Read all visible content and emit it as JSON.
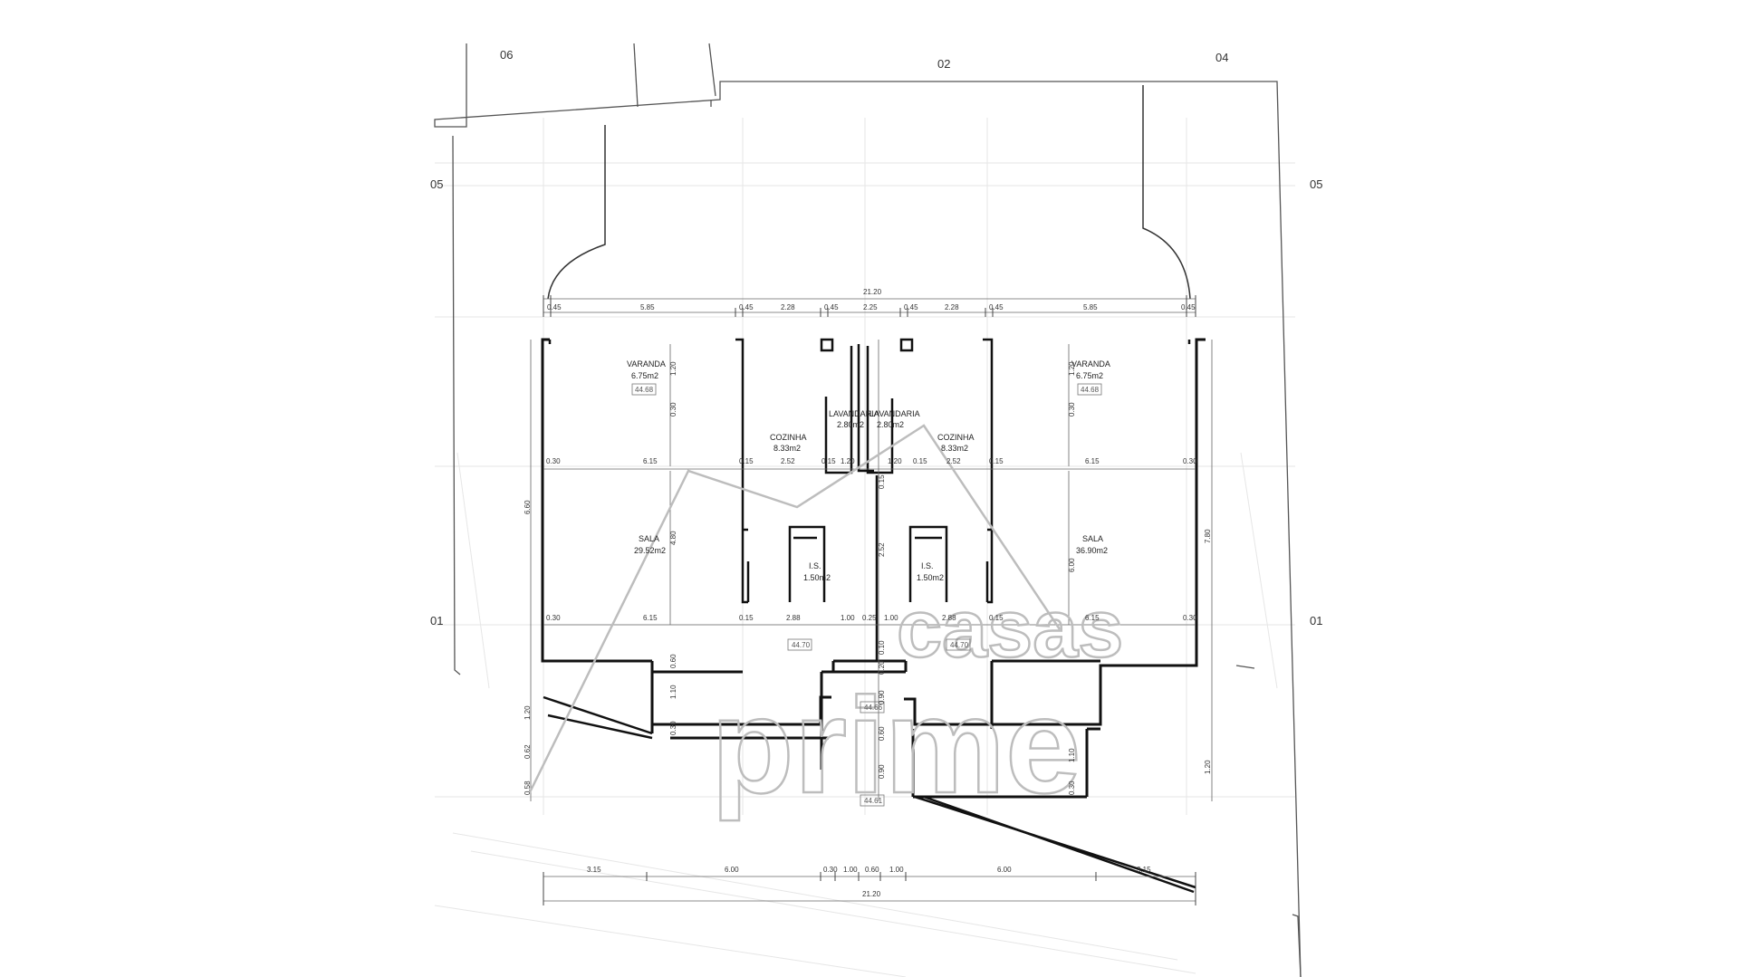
{
  "edges": {
    "top_left": "06",
    "top_center": "02",
    "top_right": "04",
    "left_upper": "05",
    "right_upper": "05",
    "left_lower": "01",
    "right_lower": "01"
  },
  "rooms": {
    "left": {
      "varanda_label": "VARANDA",
      "varanda_area": "6.75m2",
      "varanda_level": "44.68",
      "cozinha_label": "COZINHA",
      "cozinha_area": "8.33m2",
      "lavandaria_label": "LAVANDARIA",
      "lavandaria_area": "2.80m2",
      "sala_label": "SALA",
      "sala_area": "29.52m2",
      "is_label": "I.S.",
      "is_area": "1.50m2",
      "floor_level": "44.70"
    },
    "right": {
      "varanda_label": "VARANDA",
      "varanda_area": "6.75m2",
      "varanda_level": "44.68",
      "cozinha_label": "COZINHA",
      "cozinha_area": "8.33m2",
      "lavandaria_label": "LAVANDARIA",
      "lavandaria_area": "2.80m2",
      "sala_label": "SALA",
      "sala_area": "36.90m2",
      "is_label": "I.S.",
      "is_area": "1.50m2",
      "floor_level": "44.70"
    },
    "center_levels": [
      "44.66",
      "44.61"
    ]
  },
  "dimensions": {
    "top_total": "21.20",
    "top_segments": [
      "0.45",
      "5.85",
      "0.45",
      "2.28",
      "0.45",
      "2.25",
      "0.45",
      "2.28",
      "0.45",
      "5.85",
      "0.45"
    ],
    "row1": [
      "0.30",
      "6.15",
      "0.15",
      "2.52",
      "0.15",
      "1.20",
      "1.20",
      "0.15",
      "2.52",
      "0.15",
      "6.15",
      "0.30"
    ],
    "row2": [
      "0.30",
      "6.15",
      "0.15",
      "2.88",
      "1.00",
      "0.25",
      "1.00",
      "2.88",
      "0.15",
      "6.15",
      "0.30"
    ],
    "bottom_segments": [
      "3.15",
      "6.00",
      "0.30",
      "1.00",
      "0.60",
      "1.00",
      "6.00",
      "3.15"
    ],
    "bottom_total": "21.20",
    "left_total": "6.60",
    "right_total": "7.80",
    "left_vertical": [
      "1.20",
      "0.62",
      "0.58"
    ],
    "right_vertical": [
      "1.20"
    ],
    "varanda_vertical": [
      "1.20",
      "0.30"
    ],
    "sala_left_vertical": "4.80",
    "sala_right_vertical": "6.00",
    "center_vertical": [
      "0.15",
      "2.52",
      "0.10",
      "0.20",
      "0.90",
      "0.60",
      "0.90"
    ],
    "lower_vertical": [
      "0.60",
      "1.10",
      "0.30"
    ],
    "lower_right_vertical": [
      "1.10",
      "0.30"
    ]
  },
  "watermark": {
    "top_word": "casas",
    "bottom_word": "prime"
  }
}
